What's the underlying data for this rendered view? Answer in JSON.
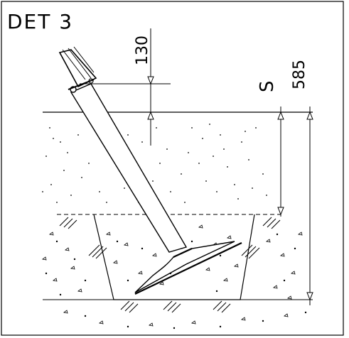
{
  "detail": {
    "title": "DET 3"
  },
  "dimensions": {
    "top_offset": "130",
    "depth_symbol": "S",
    "total_depth": "585"
  }
}
